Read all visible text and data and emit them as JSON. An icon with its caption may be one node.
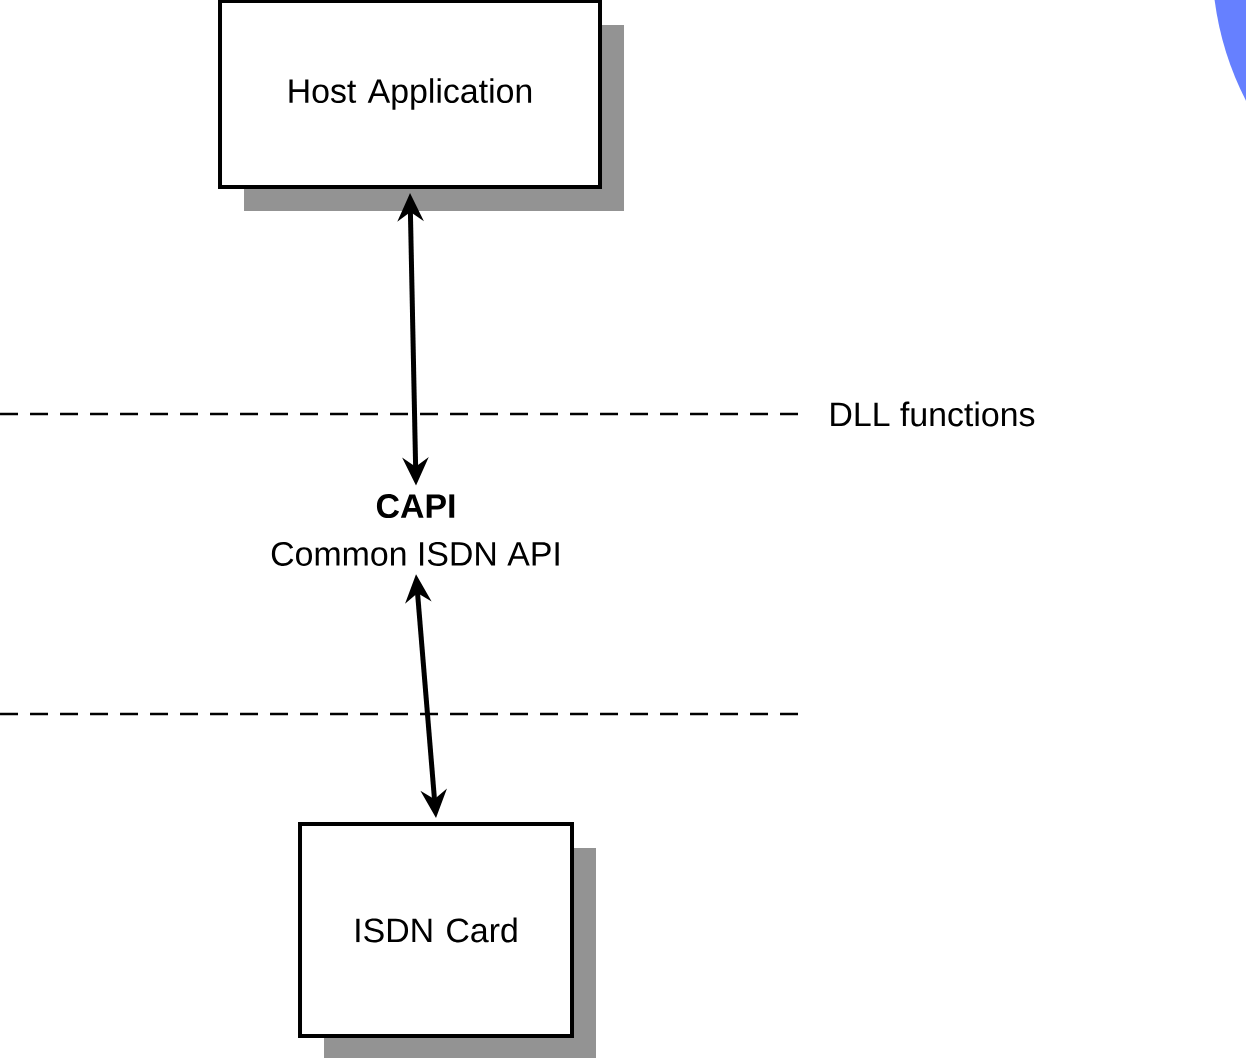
{
  "diagram": {
    "nodes": [
      {
        "text": [
          "Host Application"
        ]
      },
      {
        "text": [
          "CAPI",
          "Common ISDN API"
        ]
      },
      {
        "text": [
          "ISDN Card"
        ]
      }
    ],
    "edges": [
      {
        "from": 0,
        "to": 1,
        "arrow": "both"
      },
      {
        "from": 1,
        "to": 2,
        "arrow": "both"
      }
    ],
    "labels": [
      "DLL functions"
    ]
  }
}
